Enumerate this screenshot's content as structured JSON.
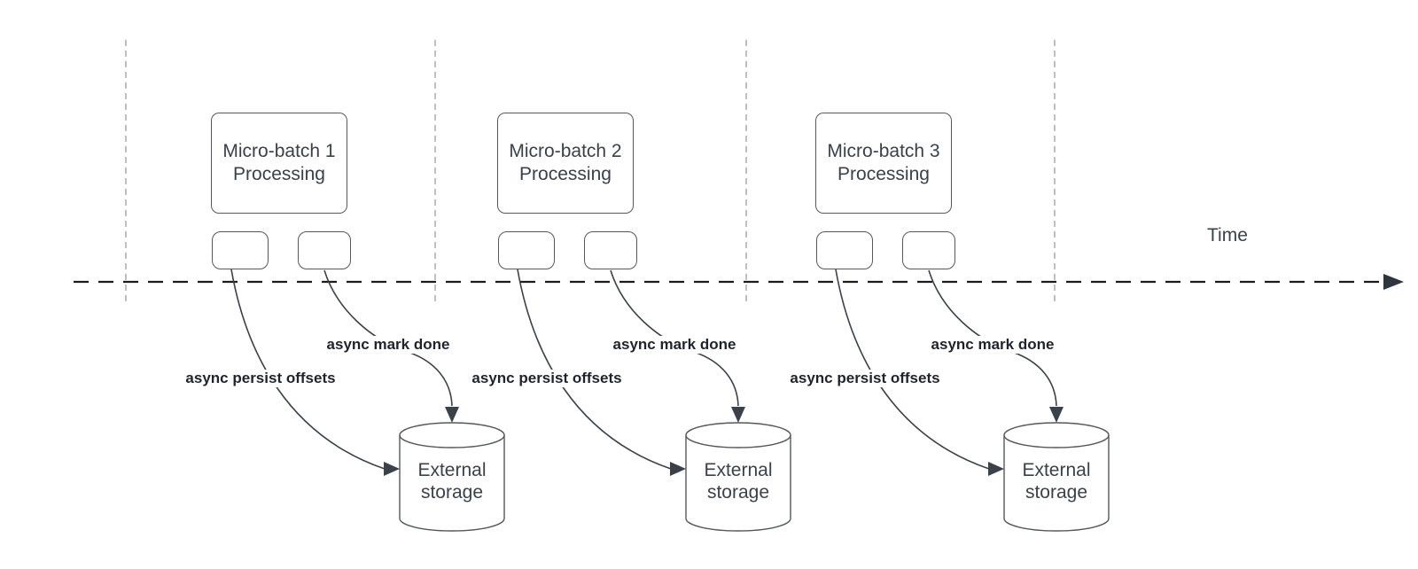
{
  "diagram": {
    "time_axis_label": "Time",
    "groups": [
      {
        "box": [
          "Micro-batch 1",
          "Processing"
        ],
        "persist_label": "async persist offsets",
        "done_label": "async mark done",
        "storage": [
          "External",
          "storage"
        ]
      },
      {
        "box": [
          "Micro-batch 2",
          "Processing"
        ],
        "persist_label": "async persist offsets",
        "done_label": "async mark done",
        "storage": [
          "External",
          "storage"
        ]
      },
      {
        "box": [
          "Micro-batch 3",
          "Processing"
        ],
        "persist_label": "async persist offsets",
        "done_label": "async mark done",
        "storage": [
          "External",
          "storage"
        ]
      }
    ],
    "colors": {
      "line": "#3a4149",
      "shape_stroke": "#54575c",
      "guide_line": "#ababab",
      "axis": "#1c1c1c"
    }
  }
}
